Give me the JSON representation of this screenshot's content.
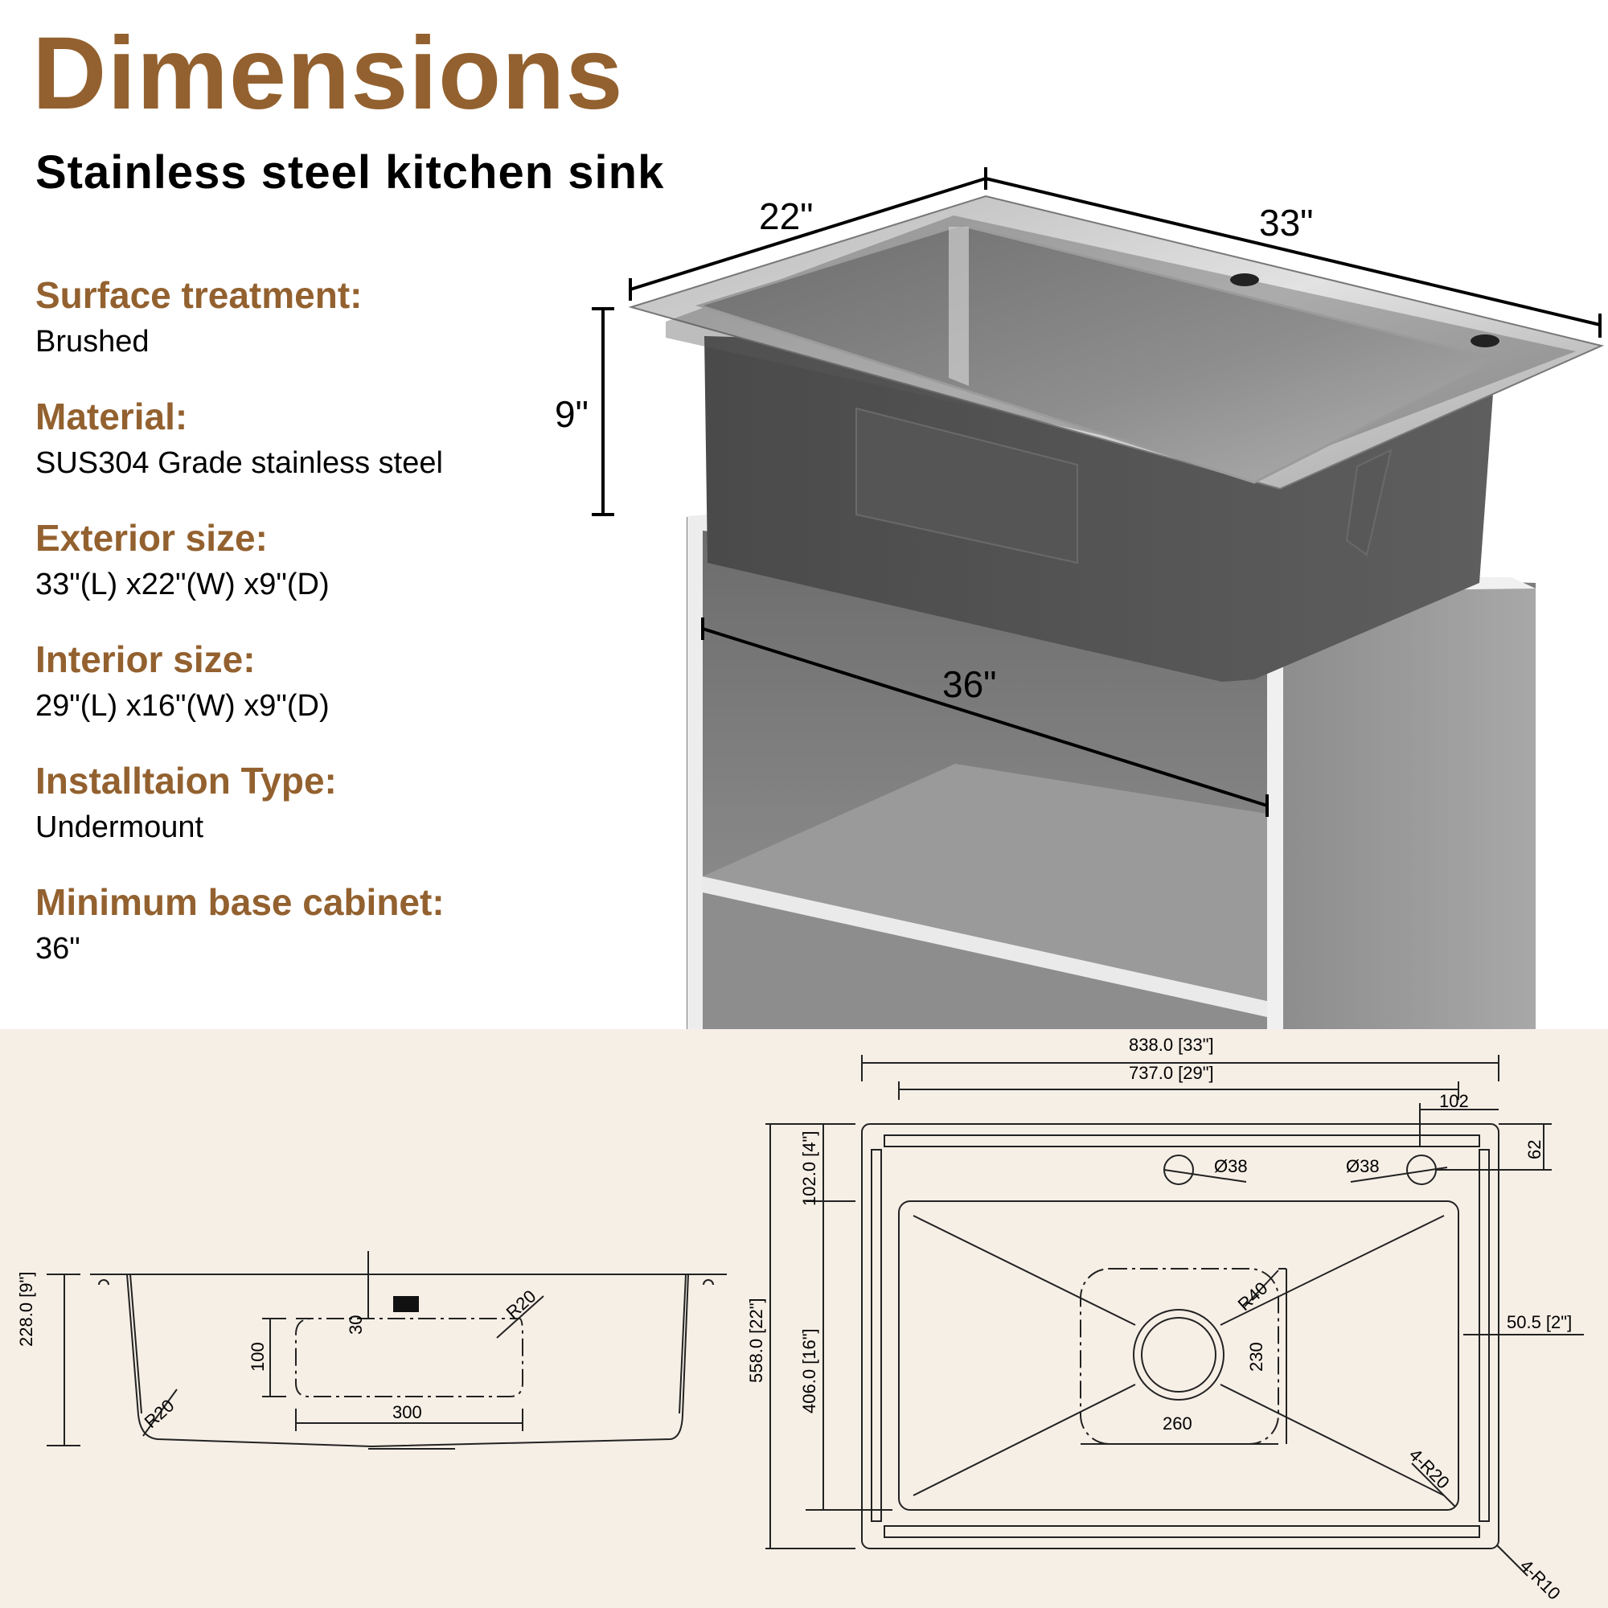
{
  "title": "Dimensions",
  "subtitle": "Stainless steel kitchen sink",
  "specs": [
    {
      "label": "Surface treatment:",
      "value": "Brushed"
    },
    {
      "label": "Material:",
      "value": "SUS304 Grade stainless steel"
    },
    {
      "label": "Exterior size:",
      "value": "33\"(L) x22\"(W) x9\"(D)"
    },
    {
      "label": "Interior size:",
      "value": "29\"(L) x16\"(W) x9\"(D)"
    },
    {
      "label": "Installtaion Type:",
      "value": "Undermount"
    },
    {
      "label": "Minimum base cabinet:",
      "value": "36\""
    }
  ],
  "render_dims": {
    "width": "22\"",
    "length": "33\"",
    "depth": "9\"",
    "cabinet": "36\""
  },
  "side_view": {
    "height": "228.0 [9\"]",
    "top_offset": "30",
    "label_height": "100",
    "label_width": "300",
    "radius_corner": "R20",
    "radius_label": "R20"
  },
  "top_view": {
    "overall_length": "838.0 [33\"]",
    "interior_length": "737.0 [29\"]",
    "hole_offset_x": "102",
    "hole_offset_y": "62",
    "overall_width": "558.0 [22\"]",
    "deck_width": "102.0 [4\"]",
    "interior_width": "406.0 [16\"]",
    "hole_dia_1": "Ø38",
    "hole_dia_2": "Ø38",
    "drain_radius": "R40",
    "drain_height": "230",
    "drain_width": "260",
    "side_margin": "50.5 [2\"]",
    "bowl_radius": "4-R20",
    "outer_radius": "4-R10"
  },
  "colors": {
    "accent": "#93612f",
    "drawing_bg": "#f6efe6"
  }
}
